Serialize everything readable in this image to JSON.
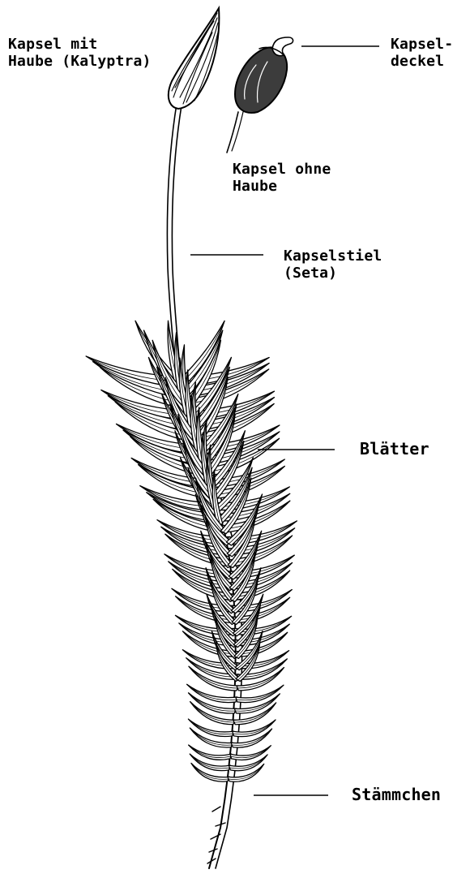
{
  "labels": {
    "kapsel_mit_haube": {
      "line1": "Kapsel mit",
      "line2": "Haube (Kalyptra)"
    },
    "kapseldeckel": {
      "line1": "Kapsel-",
      "line2": "deckel"
    },
    "kapsel_ohne_haube": {
      "line1": "Kapsel ohne",
      "line2": "Haube"
    },
    "kapselstiel": {
      "line1": "Kapselstiel",
      "line2": "(Seta)"
    },
    "blaetter": "Blätter",
    "staemmchen": "Stämmchen"
  }
}
